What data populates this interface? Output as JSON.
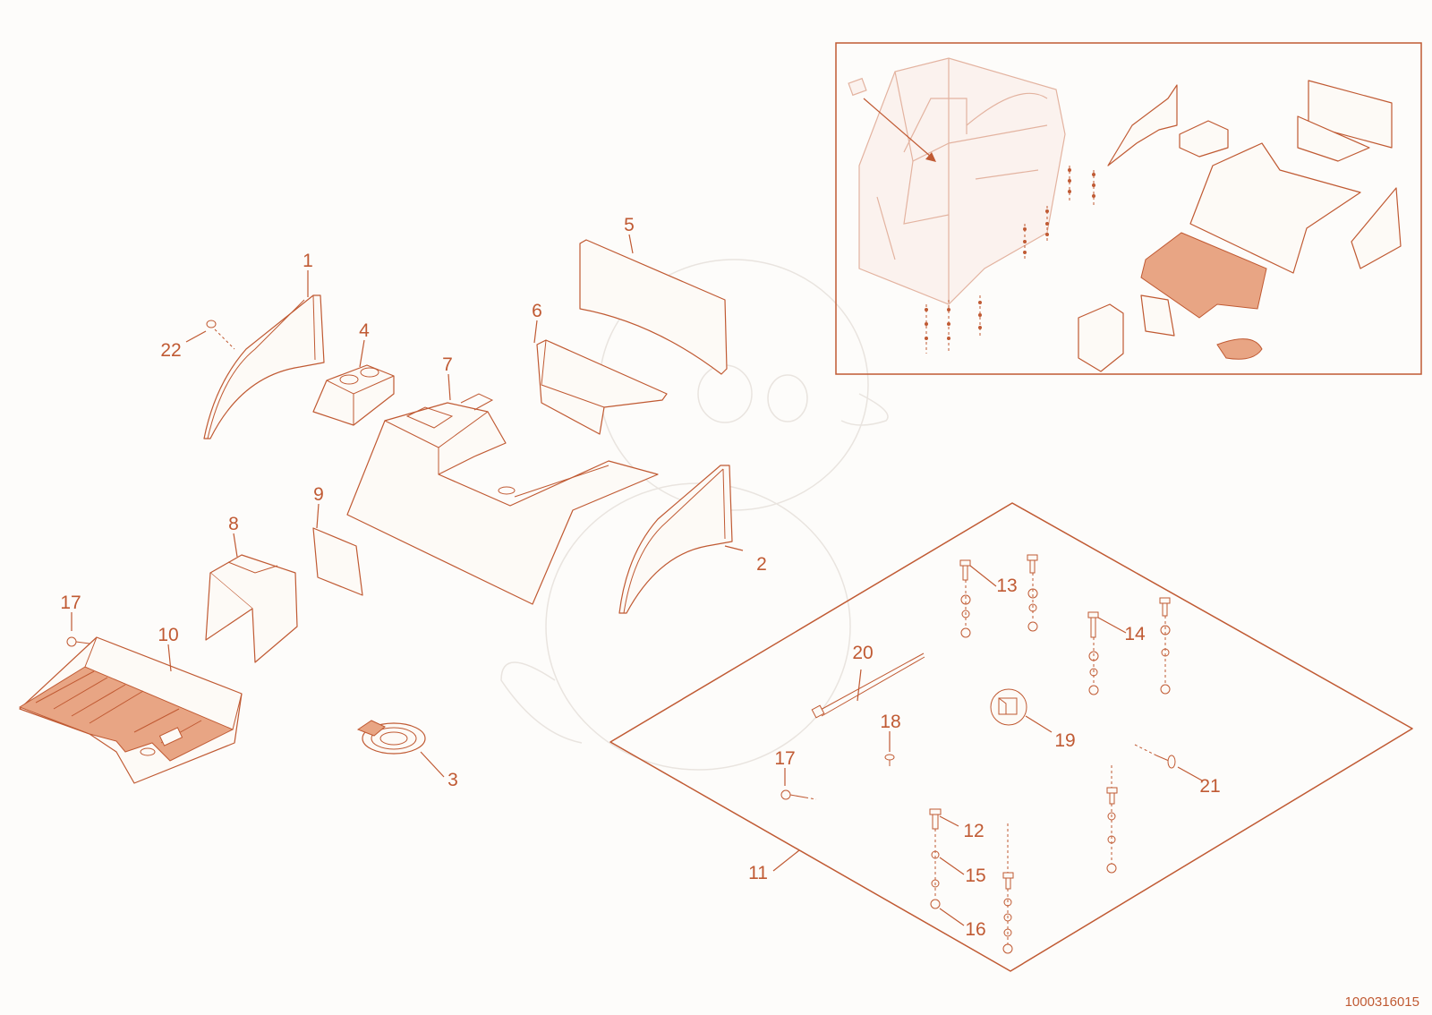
{
  "diagram": {
    "document_number": "1000316015",
    "callouts": [
      {
        "id": "c1",
        "label": "1"
      },
      {
        "id": "c2",
        "label": "2"
      },
      {
        "id": "c3",
        "label": "3"
      },
      {
        "id": "c4",
        "label": "4"
      },
      {
        "id": "c5",
        "label": "5"
      },
      {
        "id": "c6",
        "label": "6"
      },
      {
        "id": "c7",
        "label": "7"
      },
      {
        "id": "c8",
        "label": "8"
      },
      {
        "id": "c9",
        "label": "9"
      },
      {
        "id": "c10",
        "label": "10"
      },
      {
        "id": "c11",
        "label": "11"
      },
      {
        "id": "c12",
        "label": "12"
      },
      {
        "id": "c13",
        "label": "13"
      },
      {
        "id": "c14",
        "label": "14"
      },
      {
        "id": "c15",
        "label": "15"
      },
      {
        "id": "c16",
        "label": "16"
      },
      {
        "id": "c17a",
        "label": "17"
      },
      {
        "id": "c17b",
        "label": "17"
      },
      {
        "id": "c18",
        "label": "18"
      },
      {
        "id": "c19",
        "label": "19"
      },
      {
        "id": "c20",
        "label": "20"
      },
      {
        "id": "c21",
        "label": "21"
      },
      {
        "id": "c22",
        "label": "22"
      }
    ],
    "colors": {
      "line": "#c05a33",
      "inset_faded": "#e3b3a0",
      "background": "#fdfcfa"
    }
  }
}
